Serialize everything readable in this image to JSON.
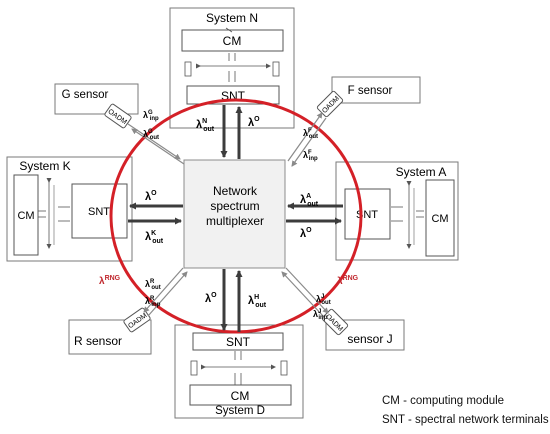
{
  "hub": {
    "line1": "Network",
    "line2": "spectrum",
    "line3": "multiplexer"
  },
  "systems": {
    "n": {
      "title": "System N",
      "cm": "CM",
      "snt": "SNT"
    },
    "k": {
      "title": "System K",
      "cm": "CM",
      "snt": "SNT"
    },
    "a": {
      "title": "System A",
      "cm": "CM",
      "snt": "SNT"
    },
    "d": {
      "title": "System D",
      "cm": "CM",
      "snt": "SNT"
    }
  },
  "sensors": {
    "g": {
      "name": "G sensor",
      "oadm": "OADM"
    },
    "f": {
      "name": "F sensor",
      "oadm": "OADM"
    },
    "r": {
      "name": "R sensor",
      "oadm": "OADM"
    },
    "j": {
      "name": "sensor J",
      "oadm": "OADM"
    }
  },
  "symbols": {
    "lambda": "λ",
    "rng": "RNG",
    "o": "O",
    "out": "out",
    "inp": "inp",
    "n": "N",
    "k": "K",
    "a": "A",
    "h": "H",
    "g": "G",
    "f": "F",
    "r": "R",
    "j": "J",
    "small_dot": "•"
  },
  "legend": {
    "cm": "CM - computing module",
    "snt": "SNT - spectral network terminals"
  },
  "colors": {
    "ring": "#d42027",
    "rng_text": "#c0282e",
    "box_border": "#7a7a7a",
    "hub_fill": "#f1f1f1",
    "main_arrow": "#3c3c3c",
    "thin_arrow": "#8a8a8a"
  }
}
